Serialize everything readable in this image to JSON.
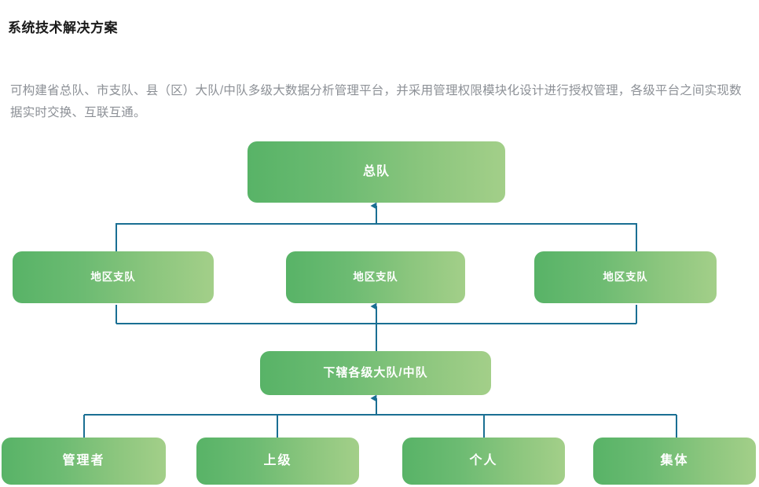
{
  "page": {
    "title": "系统技术解决方案",
    "intro": "可构建省总队、市支队、县（区）大队/中队多级大数据分析管理平台，并采用管理权限模块化设计进行授权管理，各级平台之间实现数据实时交换、互联互通。"
  },
  "colors": {
    "title_text": "#1a1a1a",
    "body_text": "#8c9096",
    "node_gradient_start": "#58b367",
    "node_gradient_end": "#a3cf89",
    "node_label_text": "#ffffff",
    "connector_line": "#1a6f93",
    "connector_arrow": "#1a6f93",
    "background": "#ffffff"
  },
  "diagram": {
    "type": "org-chart",
    "orientation": "bottom-up",
    "levels": [
      {
        "level": 1,
        "name": "headquarters",
        "nodes": [
          {
            "id": "hq",
            "label": "总队"
          }
        ]
      },
      {
        "level": 2,
        "name": "regional-detachments",
        "nodes": [
          {
            "id": "branch-1",
            "label": "地区支队"
          },
          {
            "id": "branch-2",
            "label": "地区支队"
          },
          {
            "id": "branch-3",
            "label": "地区支队"
          }
        ]
      },
      {
        "level": 3,
        "name": "subordinate-units",
        "nodes": [
          {
            "id": "subunits",
            "label": "下辖各级大队/中队"
          }
        ]
      },
      {
        "level": 4,
        "name": "roles",
        "nodes": [
          {
            "id": "role-1",
            "label": "管理者"
          },
          {
            "id": "role-2",
            "label": "上级"
          },
          {
            "id": "role-3",
            "label": "个人"
          },
          {
            "id": "role-4",
            "label": "集体"
          }
        ]
      }
    ],
    "edges": [
      {
        "from": "branch-1",
        "to": "hq",
        "arrow": true
      },
      {
        "from": "branch-2",
        "to": "hq",
        "arrow": true
      },
      {
        "from": "branch-3",
        "to": "hq",
        "arrow": true
      },
      {
        "from": "subunits",
        "to": "branch-2",
        "arrow": true
      },
      {
        "from": "role-1",
        "to": "subunits",
        "arrow": true
      },
      {
        "from": "role-2",
        "to": "subunits",
        "arrow": true
      },
      {
        "from": "role-3",
        "to": "subunits",
        "arrow": true
      },
      {
        "from": "role-4",
        "to": "subunits",
        "arrow": true
      }
    ]
  }
}
